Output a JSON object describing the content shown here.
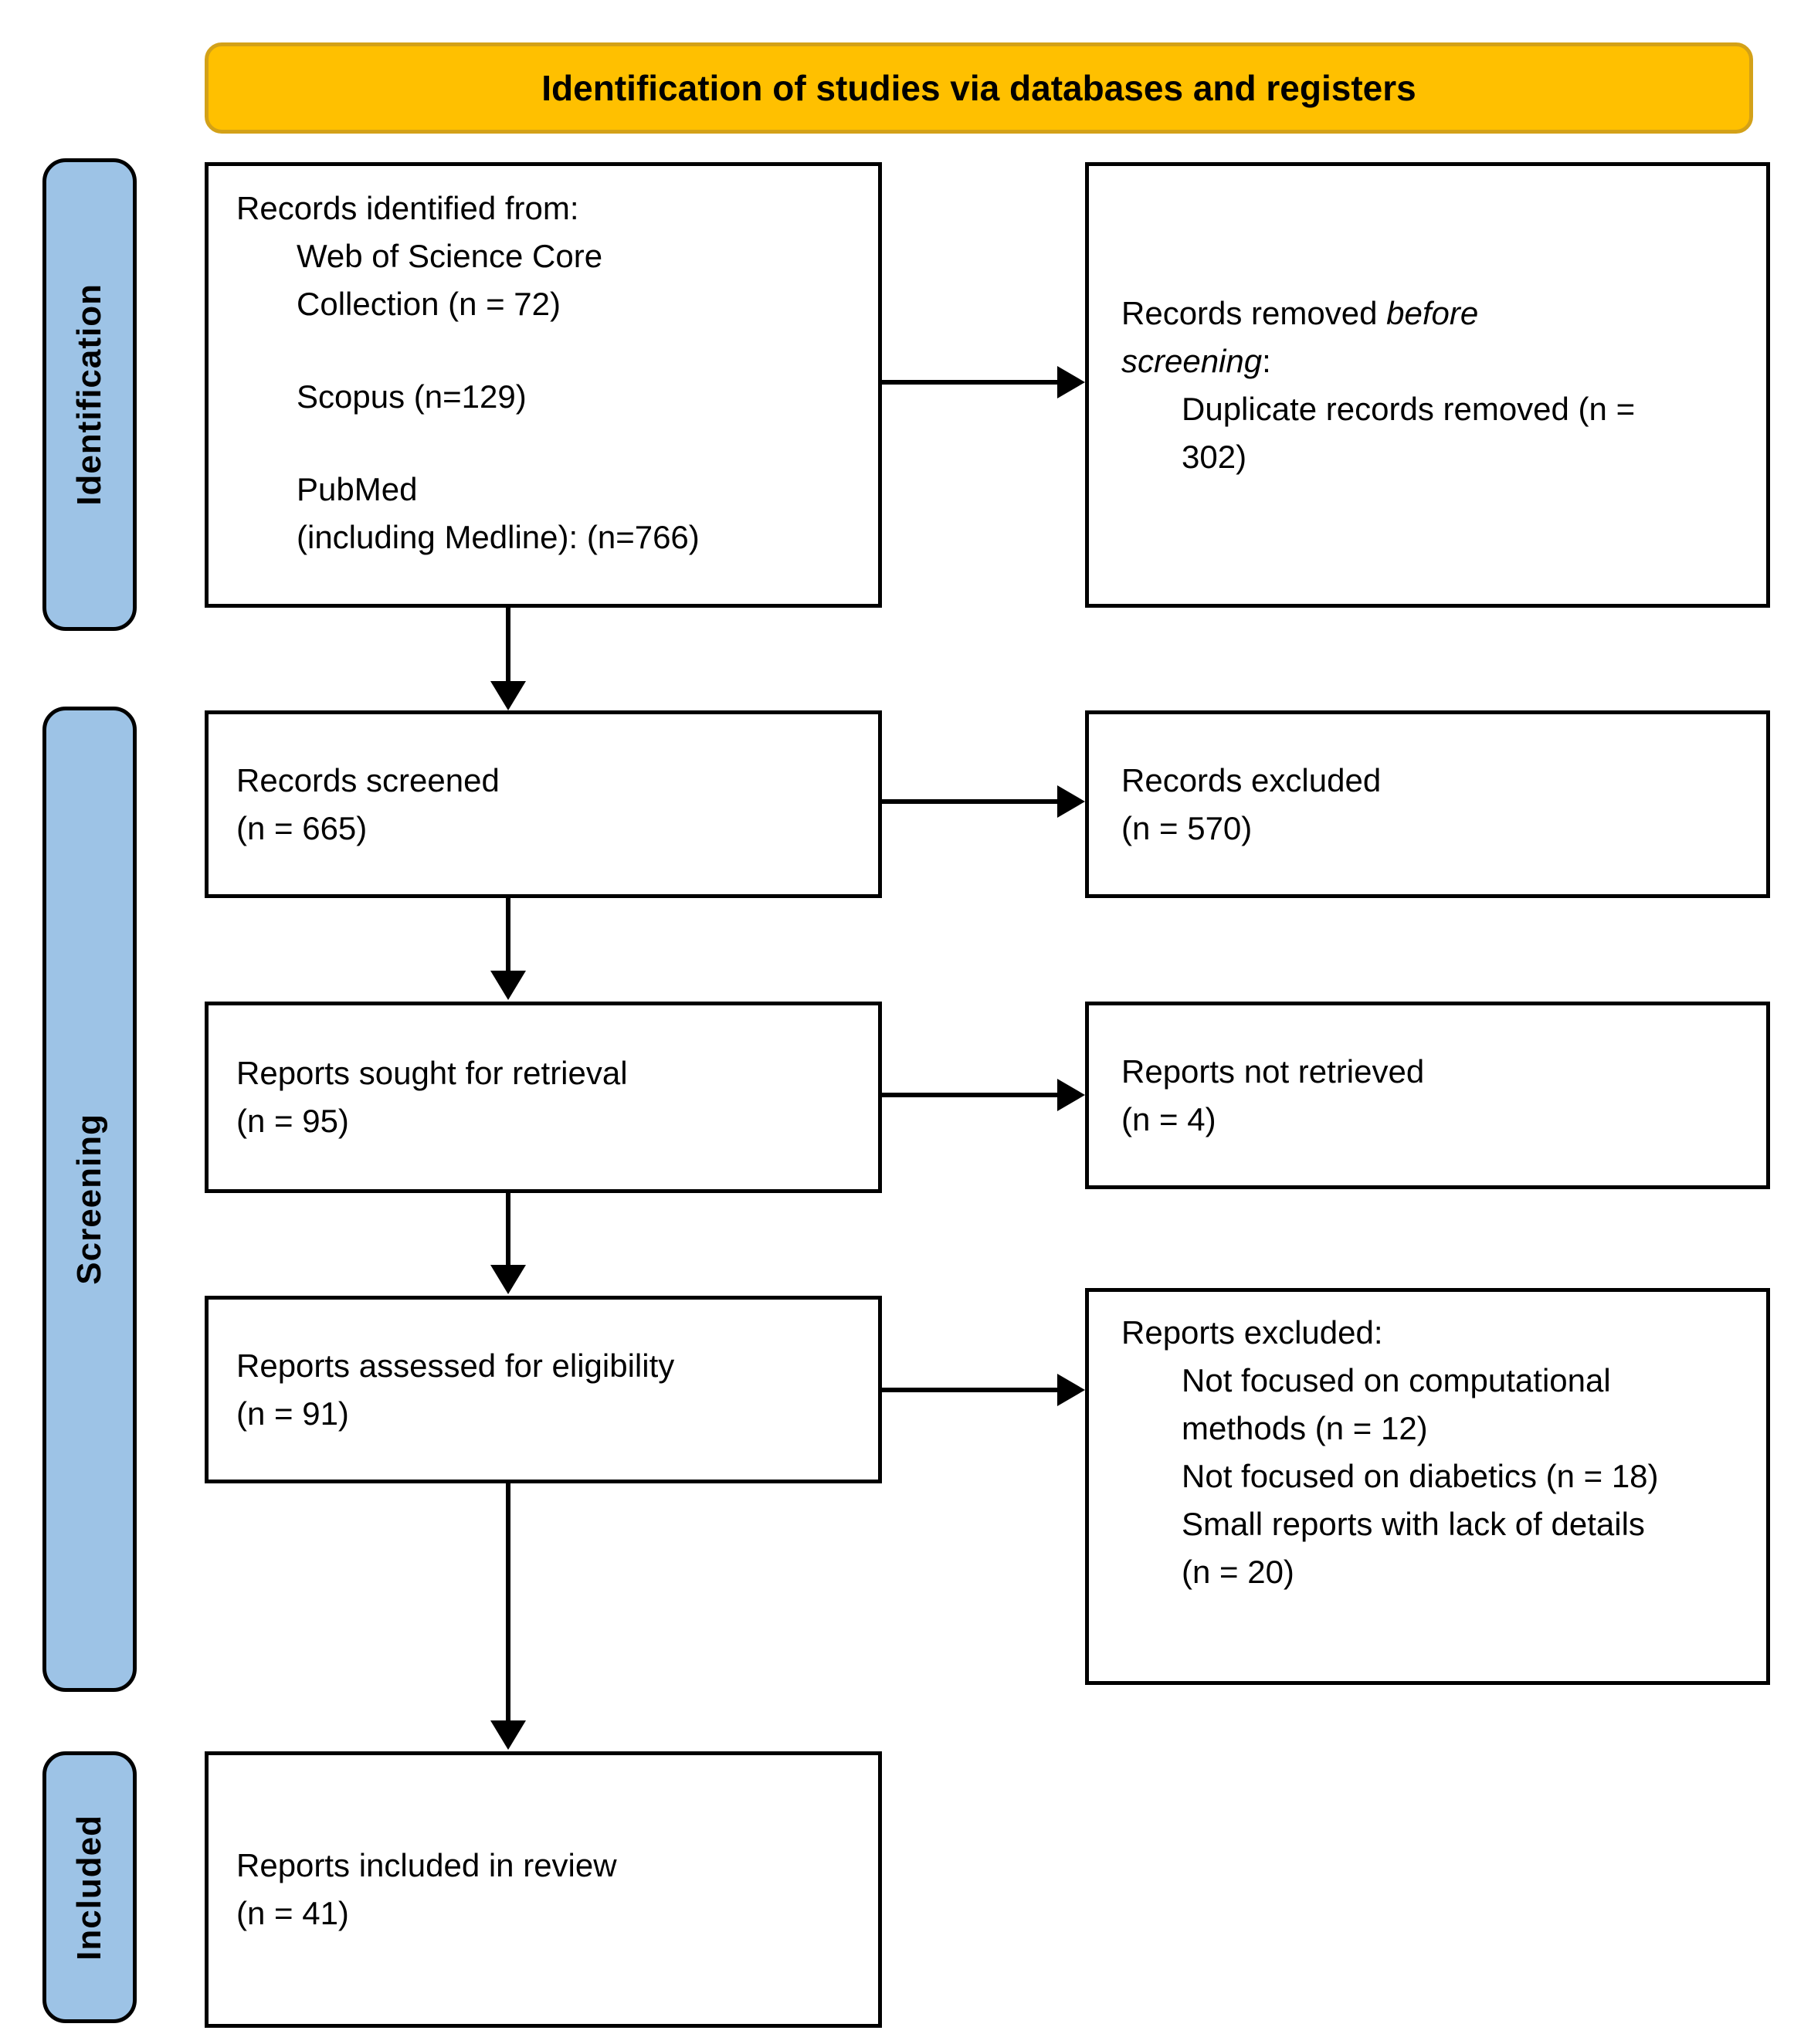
{
  "title": "Identification of studies via databases and registers",
  "colors": {
    "banner_fill": "#FFC000",
    "banner_border": "#D3A118",
    "stage_fill": "#9DC3E6",
    "box_border": "#000000",
    "arrow": "#000000"
  },
  "stages": {
    "identification": "Identification",
    "screening": "Screening",
    "included": "Included"
  },
  "boxes": {
    "identified": {
      "intro": "Records identified from:",
      "sources": [
        {
          "lines": [
            "Web of Science Core",
            "Collection (n = 72)"
          ]
        },
        {
          "lines": [
            "Scopus (n=129)"
          ]
        },
        {
          "lines": [
            "PubMed",
            "(including Medline): (n=766)"
          ]
        }
      ]
    },
    "removed": {
      "intro_prefix": "Records removed ",
      "intro_italic": "before screening",
      "intro_suffix": ":",
      "reason": "Duplicate records removed (n = 302)"
    },
    "screened": {
      "lines": [
        "Records screened",
        "(n = 665)"
      ]
    },
    "excluded_records": {
      "lines": [
        "Records excluded",
        "(n = 570)"
      ]
    },
    "sought": {
      "lines": [
        "Reports sought for retrieval",
        "(n = 95)"
      ]
    },
    "not_retrieved": {
      "lines": [
        "Reports not retrieved",
        "(n = 4)"
      ]
    },
    "assessed": {
      "lines": [
        "Reports assessed for eligibility",
        "(n = 91)"
      ]
    },
    "excluded_reports": {
      "intro": "Reports excluded:",
      "reasons": [
        "Not focused on computational methods (n = 12)",
        "Not focused on diabetics (n = 18)",
        "Small reports with lack of details (n = 20)"
      ]
    },
    "included": {
      "lines": [
        "Reports included in review",
        "(n = 41)"
      ]
    }
  }
}
